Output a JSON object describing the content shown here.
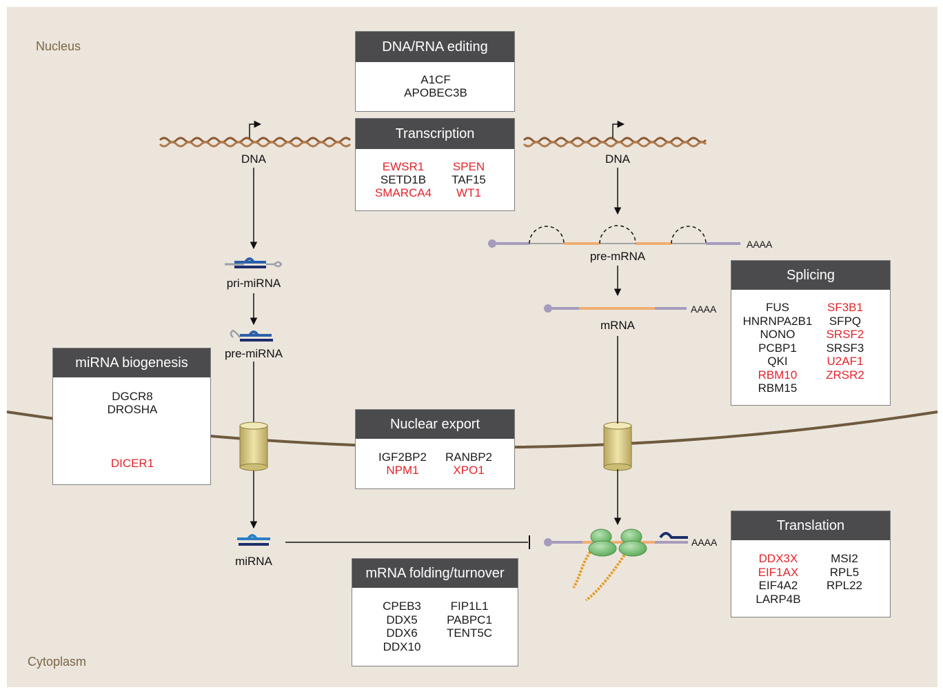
{
  "regions": {
    "nucleus": "Nucleus",
    "cytoplasm": "Cytoplasm"
  },
  "labels": {
    "dna_left": "DNA",
    "dna_right": "DNA",
    "pri_mirna": "pri-miRNA",
    "pre_mirna": "pre-miRNA",
    "mirna": "miRNA",
    "pre_mrna": "pre-mRNA",
    "mrna": "mRNA",
    "polya_pre_mrna": "AAAA",
    "polya_mrna": "AAAA",
    "polya_translation": "AAAA"
  },
  "boxes": {
    "editing": {
      "title": "DNA/RNA editing",
      "genes": [
        "A1CF",
        "APOBEC3B"
      ]
    },
    "transcription": {
      "title": "Transcription",
      "genes": [
        "EWSR1",
        "SPEN",
        "SETD1B",
        "TAF15",
        "SMARCA4",
        "WT1"
      ]
    },
    "splicing": {
      "title": "Splicing",
      "genes": [
        "FUS",
        "SF3B1",
        "HNRNPA2B1",
        "SFPQ",
        "NONO",
        "SRSF2",
        "PCBP1",
        "SRSF3",
        "QKI",
        "U2AF1",
        "RBM10",
        "ZRSR2",
        "RBM15"
      ]
    },
    "mirna_biogenesis": {
      "title": "miRNA biogenesis",
      "genes": [
        "DGCR8",
        "DROSHA",
        "DICER1"
      ]
    },
    "nuclear_export": {
      "title": "Nuclear export",
      "genes": [
        "IGF2BP2",
        "RANBP2",
        "NPM1",
        "XPO1"
      ]
    },
    "translation": {
      "title": "Translation",
      "genes": [
        "DDX3X",
        "MSI2",
        "EIF1AX",
        "RPL5",
        "EIF4A2",
        "RPL22",
        "LARP4B"
      ]
    },
    "folding": {
      "title": "mRNA folding/turnover",
      "genes": [
        "CPEB3",
        "FIP1L1",
        "DDX5",
        "PABPC1",
        "DDX6",
        "TENT5C",
        "DDX10"
      ]
    }
  },
  "colors": {
    "highlighted_gene": "#e2242c",
    "normal_gene": "#1a1a1a",
    "header": "#4b4b4d",
    "background": "#ece5dc",
    "membrane": "#6e5a3e"
  }
}
